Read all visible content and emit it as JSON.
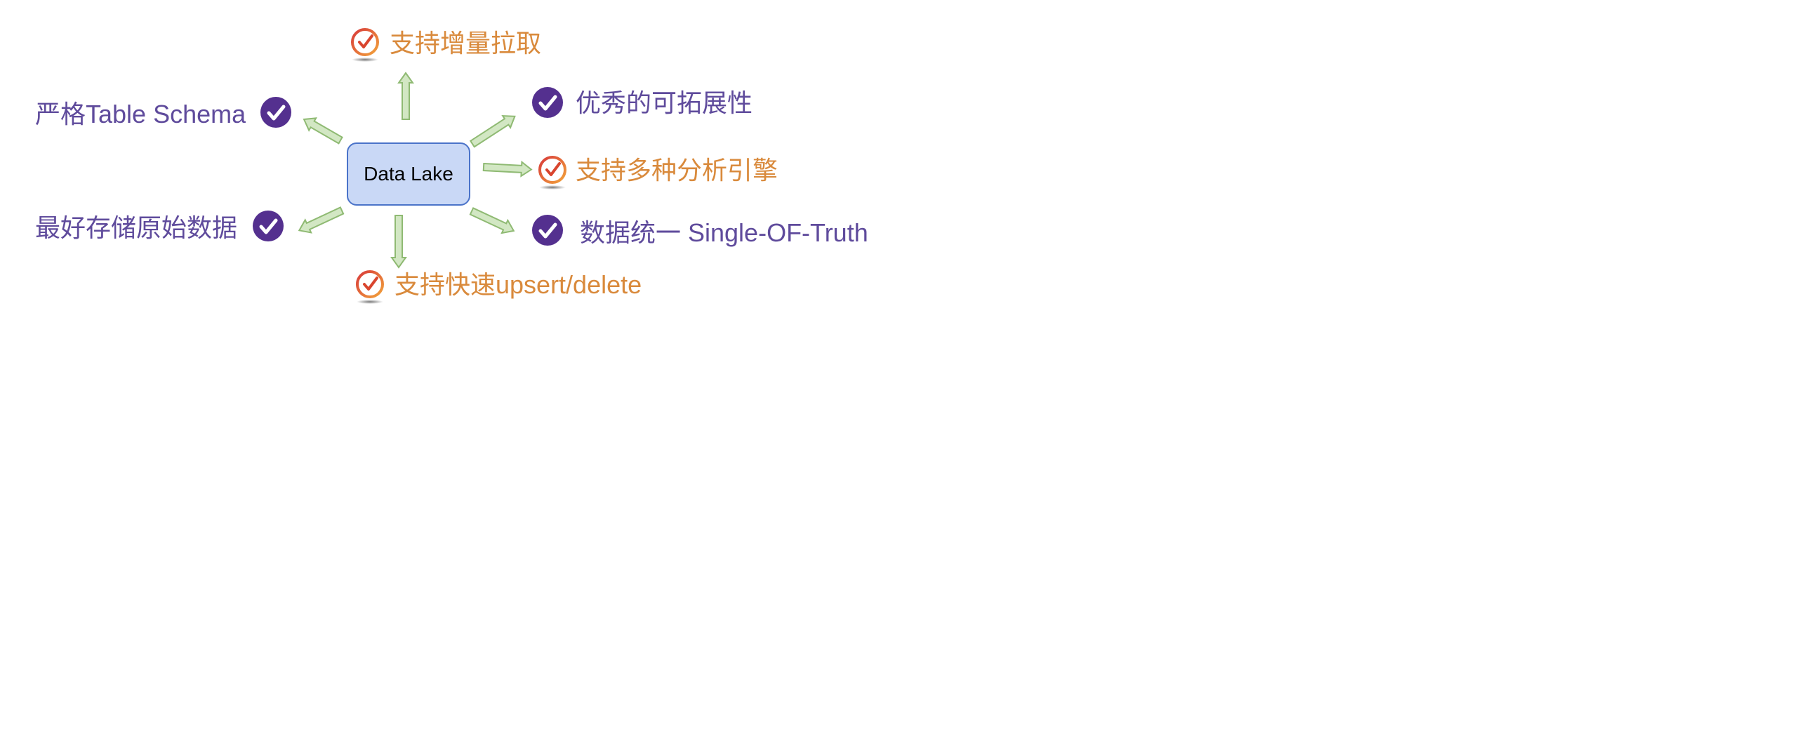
{
  "center_node": "Data Lake",
  "features": [
    {
      "label": "支持增量拉取",
      "status": "orange-check"
    },
    {
      "label": "严格Table Schema",
      "status": "purple-check"
    },
    {
      "label": "优秀的可拓展性",
      "status": "purple-check"
    },
    {
      "label": "支持多种分析引擎",
      "status": "orange-check"
    },
    {
      "label": "最好存储原始数据",
      "status": "purple-check"
    },
    {
      "label": "数据统一 Single-OF-Truth",
      "status": "purple-check"
    },
    {
      "label": "支持快速upsert/delete",
      "status": "orange-check"
    }
  ],
  "colors": {
    "purple_text": "#5f4b9c",
    "purple_badge": "#54308f",
    "orange_text": "#d98a3c",
    "arrow_fill": "#d2e7c3",
    "arrow_stroke": "#8fba73",
    "node_fill": "#c9d8f6",
    "node_border": "#4a73c9"
  }
}
